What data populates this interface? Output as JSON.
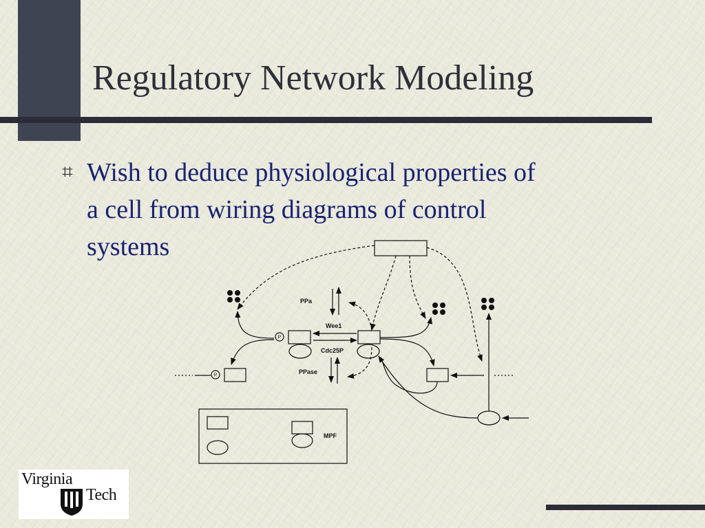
{
  "slide": {
    "title": "Regulatory Network Modeling",
    "bullet_lines": [
      "Wish to deduce physiological properties of",
      "a cell from wiring diagrams of control",
      "systems"
    ]
  },
  "diagram": {
    "labels": {
      "ppa": "PPa",
      "wee1": "Wee1",
      "cdc25p": "Cdc25P",
      "ppase": "PPase",
      "mpf": "MPF",
      "phospho": "P"
    }
  },
  "logo": {
    "line1": "Virginia",
    "line2": "Tech"
  },
  "colors": {
    "title": "#2f2f3a",
    "body_text": "#1a2270",
    "accent_block": "#3f4452",
    "rule": "#2c2c36",
    "background": "#e9e9dc"
  }
}
